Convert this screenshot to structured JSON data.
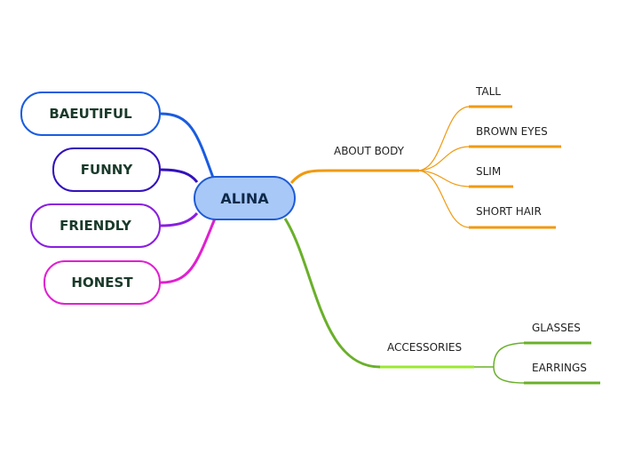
{
  "center": {
    "label": "ALINA",
    "fill": "#a8c8f8",
    "border": "#1e5bd6"
  },
  "left_nodes": [
    {
      "label": "BAEUTIFUL",
      "color": "#1a5ce0"
    },
    {
      "label": "FUNNY",
      "color": "#3311bb"
    },
    {
      "label": "FRIENDLY",
      "color": "#8a1ee0"
    },
    {
      "label": "HONEST",
      "color": "#e020d0"
    }
  ],
  "branches": [
    {
      "label": "ABOUT BODY",
      "color": "#f09a10",
      "children": [
        {
          "label": "TALL"
        },
        {
          "label": "BROWN EYES"
        },
        {
          "label": "SLIM"
        },
        {
          "label": "SHORT HAIR"
        }
      ]
    },
    {
      "label": "ACCESSORIES",
      "color": "#6ab02a",
      "underline_color": "#9be832",
      "children": [
        {
          "label": "GLASSES"
        },
        {
          "label": "EARRINGS"
        }
      ]
    }
  ]
}
